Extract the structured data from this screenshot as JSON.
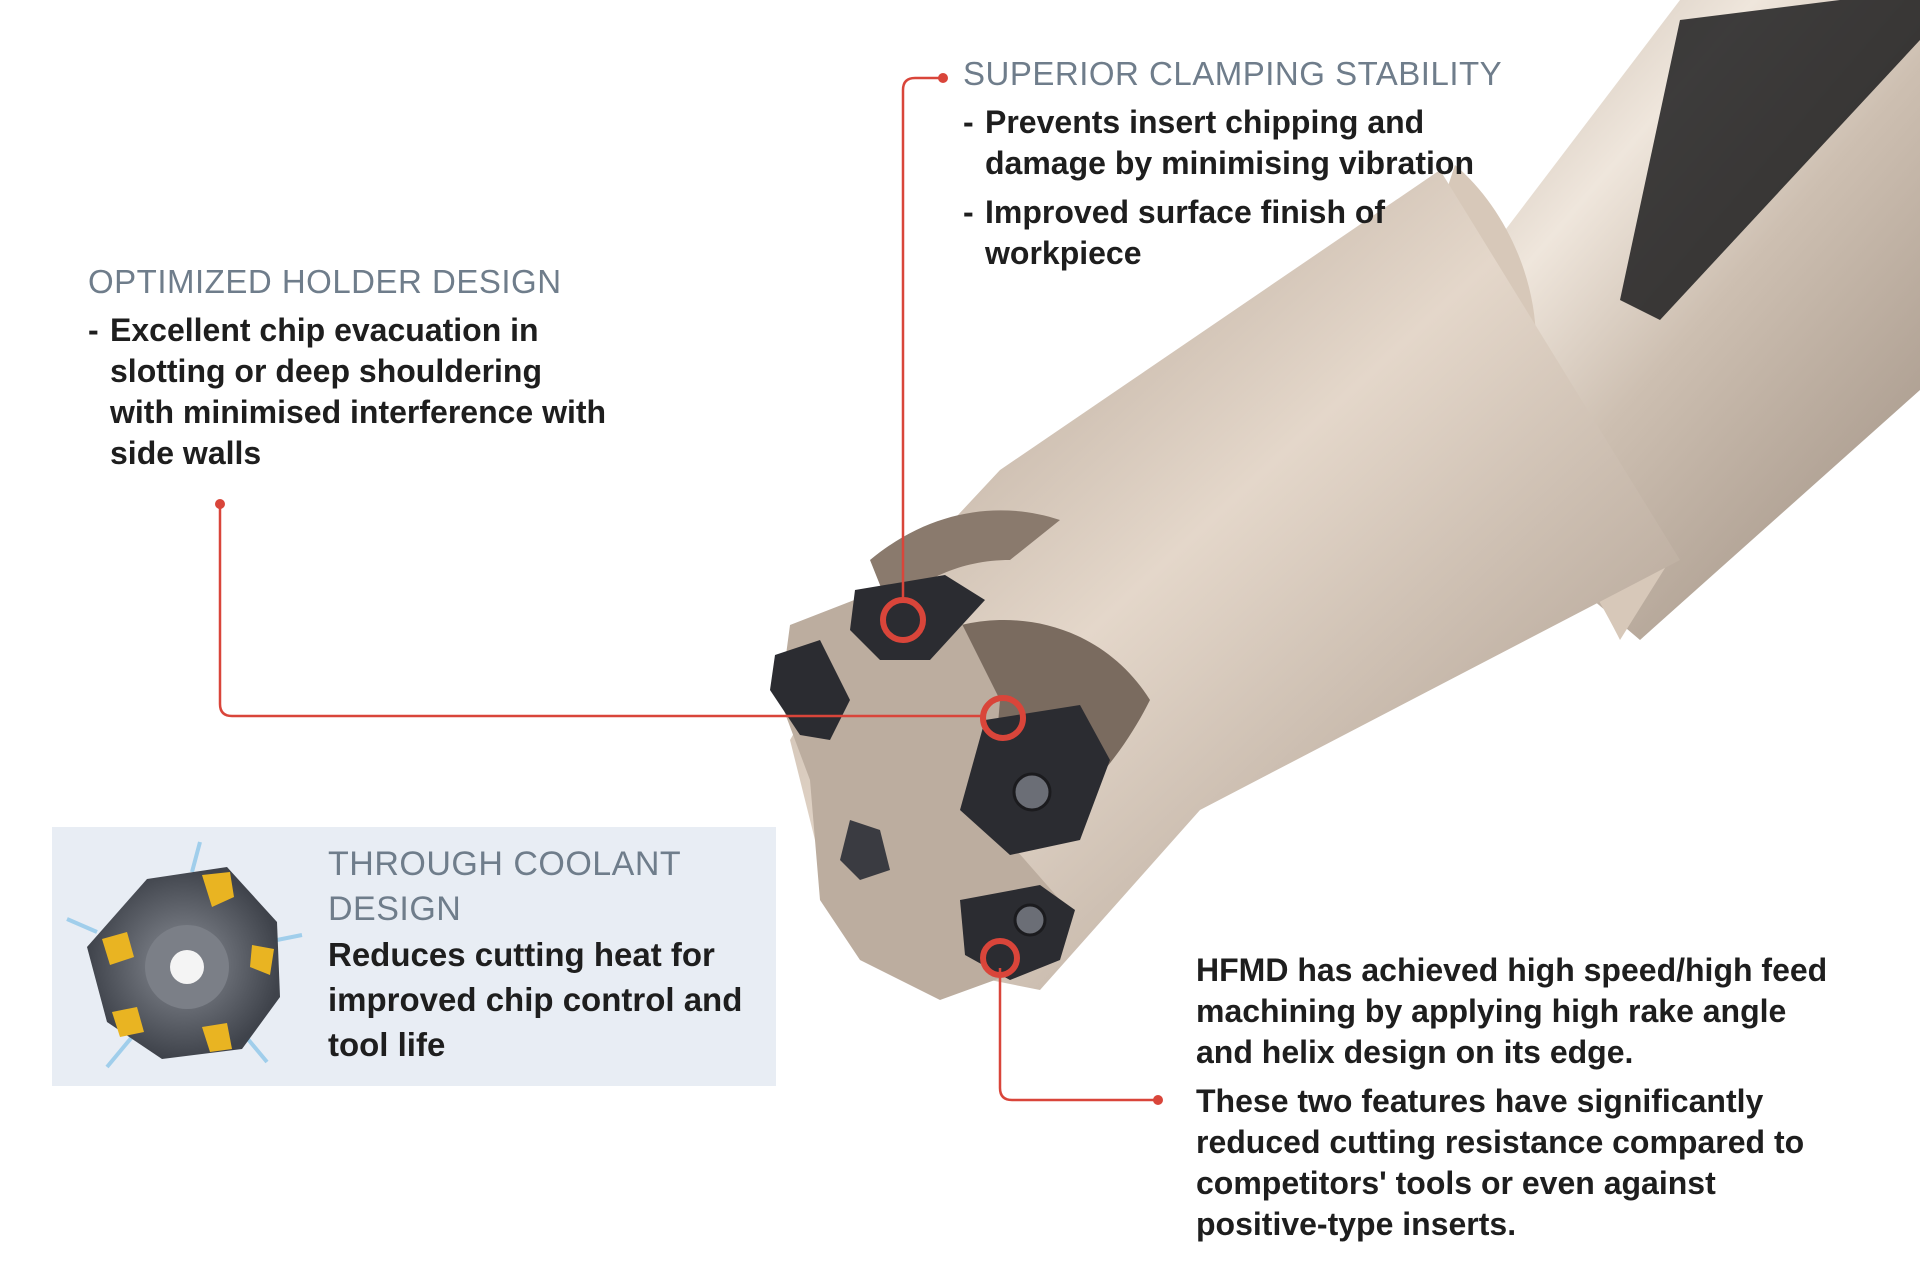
{
  "callouts": {
    "holder": {
      "title": "OPTIMIZED HOLDER DESIGN",
      "items": [
        "Excellent chip evacuation in slotting or deep shouldering with minimised interference with side walls"
      ]
    },
    "clamping": {
      "title": "SUPERIOR CLAMPING STABILITY",
      "items": [
        "Prevents insert chipping and damage by minimising vibration",
        "Improved surface finish of workpiece"
      ]
    },
    "coolant": {
      "title": "THROUGH COOLANT DESIGN",
      "text": "Reduces cutting heat for improved chip control and tool life"
    },
    "hfmd": {
      "paragraphs": [
        "HFMD has achieved high speed/high feed machining by applying high rake angle and helix design on its edge.",
        "These two features have significantly reduced cutting resistance compared to competitors' tools or even against positive-type inserts."
      ]
    }
  },
  "colors": {
    "accent": "#d9453a",
    "heading": "#6f7d8b",
    "body_text": "#1e1e1e",
    "coolant_panel": "#e8edf4",
    "tool_body": "#c7b8a7",
    "insert": "#2b2c31",
    "insert_yellow": "#e9b422"
  },
  "icons": {
    "tool": "end-mill-illustration",
    "tool_face": "end-mill-face-illustration"
  }
}
